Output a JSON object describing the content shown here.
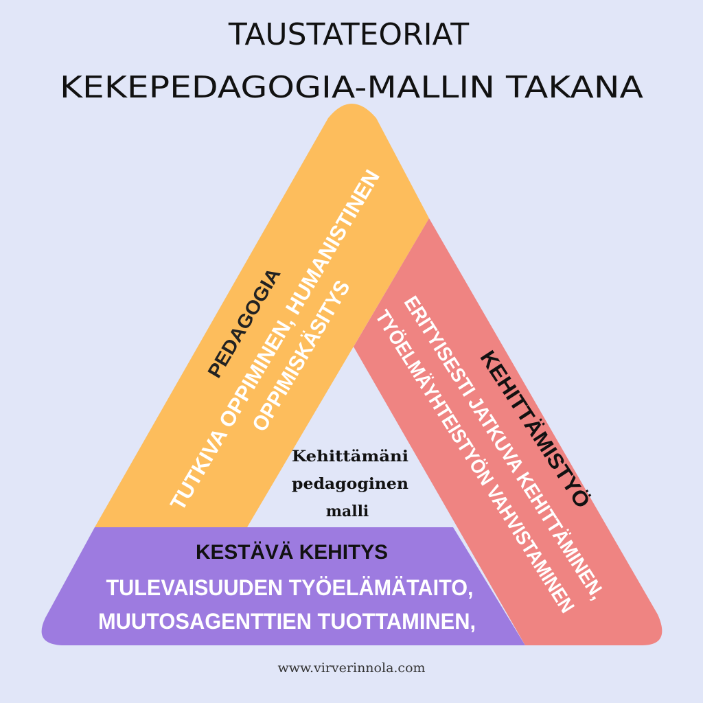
{
  "title": {
    "line1": "TAUSTATEORIAT",
    "line2": "KEKEPEDAGOGIA-MALLIN TAKANA"
  },
  "colors": {
    "background": "#e1e6f8",
    "pedagogia": "#fdbd5c",
    "kehittamistyo": "#ef8482",
    "kestava_kehitys": "#9d7be0"
  },
  "pedagogia": {
    "heading": "PEDAGOGIA",
    "line1": "TUTKIVA OPPIMINEN, HUMANISTINEN",
    "line2": "OPPIMISKÄSITYS"
  },
  "kehittamistyo": {
    "heading": "KEHITTÄMISTYÖ",
    "line1": "ERITYISESTI JATKUVA KEHITTÄMINEN,",
    "line2": "TYÖELMÄYHTEISTYÖN VAHVISTAMINEN"
  },
  "kestava_kehitys": {
    "heading": "KESTÄVÄ KEHITYS",
    "line1": "TULEVAISUUDEN TYÖELÄMÄTAITO,",
    "line2": "MUUTOSAGENTTIEN TUOTTAMINEN,"
  },
  "center": {
    "line1": "Kehittämäni",
    "line2": "pedagoginen",
    "line3": "malli"
  },
  "footer": {
    "url": "www.virverinnola.com"
  }
}
